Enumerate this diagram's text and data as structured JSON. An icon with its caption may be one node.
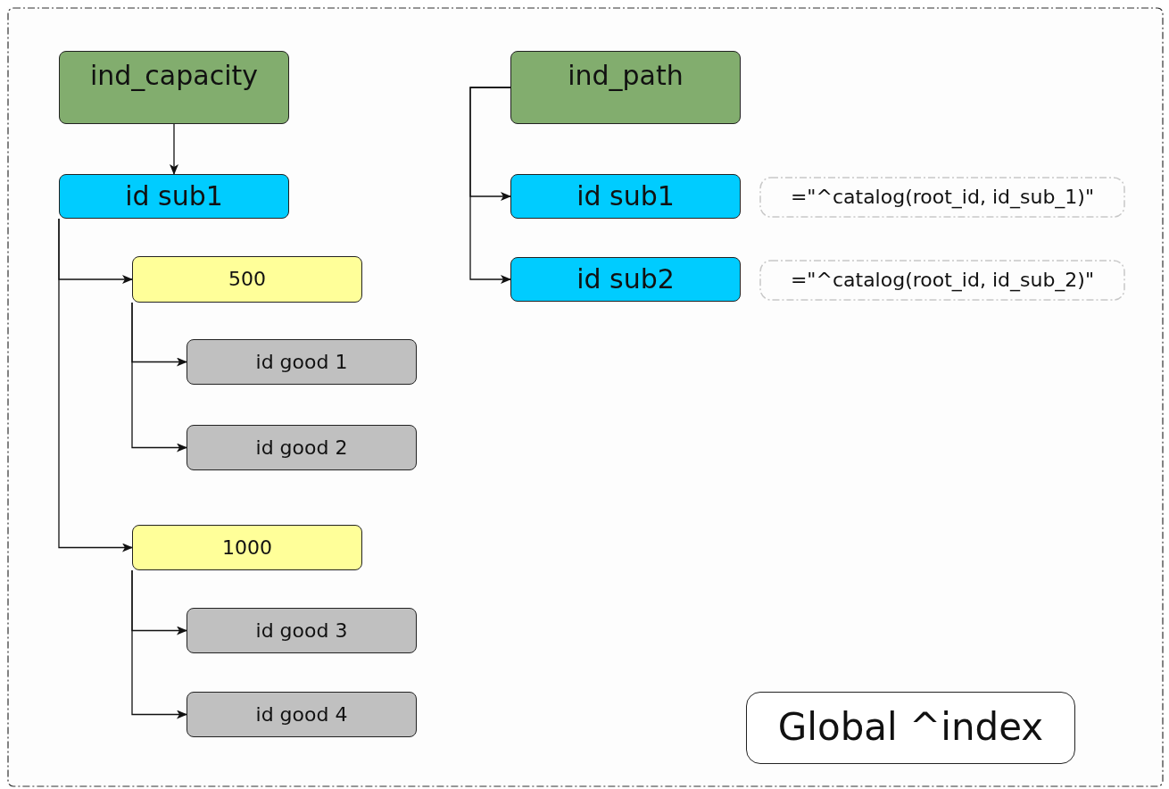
{
  "diagram": {
    "nodes": [
      {
        "text": [],
        "shape": "box"
      },
      {
        "text": [
          "ind_capacity"
        ],
        "in": 0
      },
      {
        "text": [
          "id sub1"
        ],
        "in": 0
      },
      {
        "text": [
          "500"
        ],
        "in": 0
      },
      {
        "text": [
          "id good 1"
        ],
        "in": 0
      },
      {
        "text": [
          "id good 2"
        ],
        "in": 0
      },
      {
        "text": [
          "1000"
        ],
        "in": 0
      },
      {
        "text": [
          "id good 3"
        ],
        "in": 0
      },
      {
        "text": [
          "id good 4"
        ],
        "in": 0
      },
      {
        "text": [
          "ind_path"
        ],
        "in": 0
      },
      {
        "text": [
          "id sub1"
        ],
        "in": 0
      },
      {
        "text": [
          "=\"^catalog(root_id, id_sub_1)\""
        ],
        "in": 0
      },
      {
        "text": [
          "id sub2"
        ],
        "in": 0
      },
      {
        "text": [
          "=\"^catalog(root_id, id_sub_2)\""
        ],
        "in": 0
      },
      {
        "text": [
          "Global ^index"
        ],
        "in": 0
      }
    ],
    "edges": [
      {
        "from": 1,
        "to": 2,
        "arrow": "to"
      },
      {
        "from": 2,
        "to": 3,
        "arrow": "to"
      },
      {
        "from": 2,
        "to": 6,
        "arrow": "to"
      },
      {
        "from": 3,
        "to": 4,
        "arrow": "to"
      },
      {
        "from": 3,
        "to": 5,
        "arrow": "to"
      },
      {
        "from": 6,
        "to": 7,
        "arrow": "to"
      },
      {
        "from": 6,
        "to": 8,
        "arrow": "to"
      },
      {
        "from": 9,
        "to": 10,
        "arrow": "to"
      },
      {
        "from": 9,
        "to": 12,
        "arrow": "to"
      }
    ]
  }
}
